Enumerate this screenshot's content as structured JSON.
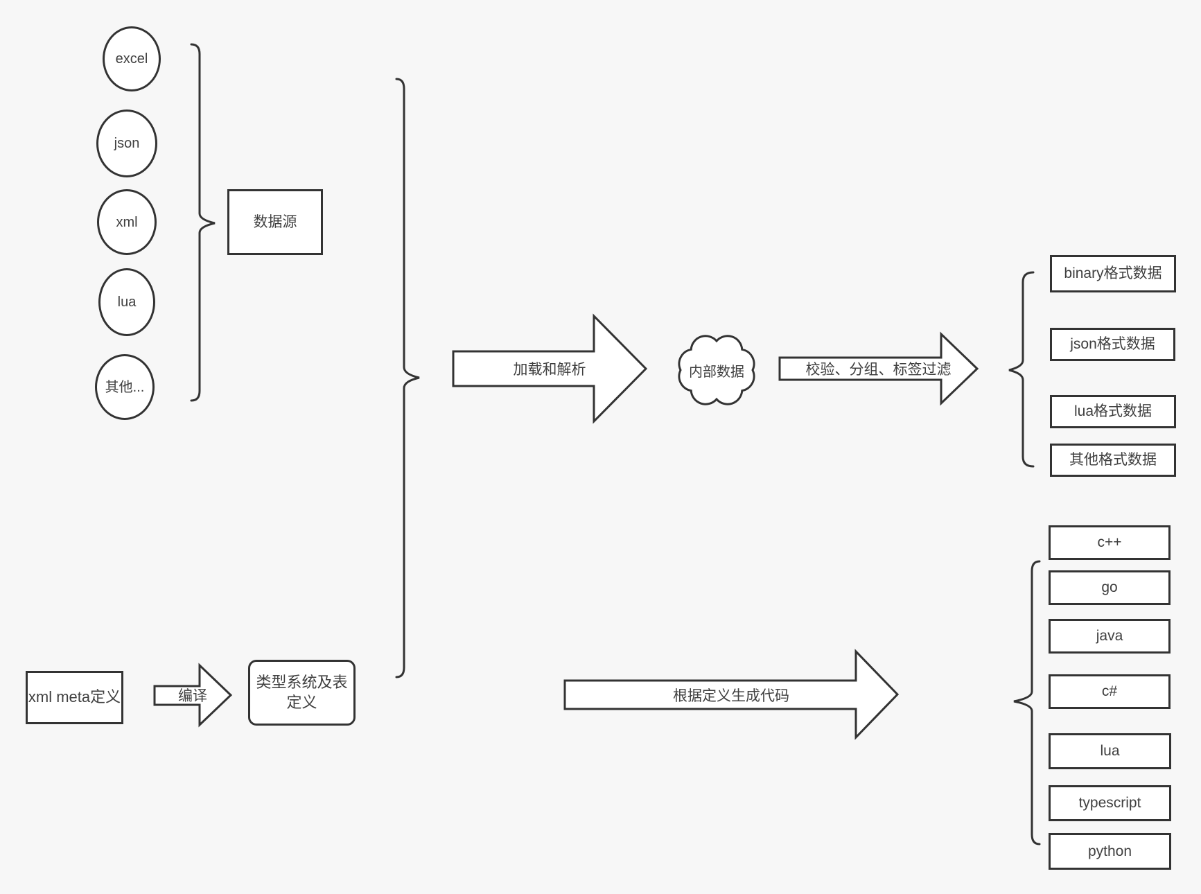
{
  "diagram": {
    "colors": {
      "background": "#f7f7f7",
      "stroke": "#333333",
      "shape_fill": "#ffffff",
      "text": "#3f3f3f"
    }
  },
  "sources": {
    "nodes": [
      "excel",
      "json",
      "xml",
      "lua",
      "其他..."
    ],
    "group_label": "数据源"
  },
  "pipeline": {
    "load_parse_label": "加载和解析",
    "internal_data_label": "内部数据",
    "validate_filter_label": "校验、分组、标签过滤",
    "output_formats": [
      "binary格式数据",
      "json格式数据",
      "lua格式数据",
      "其他格式数据"
    ]
  },
  "definition": {
    "xml_meta_label": "xml meta定义",
    "compile_label": "编译",
    "type_system_label": "类型系统及表定义",
    "generate_code_label": "根据定义生成代码",
    "languages": [
      "c++",
      "go",
      "java",
      "c#",
      "lua",
      "typescript",
      "python"
    ]
  }
}
